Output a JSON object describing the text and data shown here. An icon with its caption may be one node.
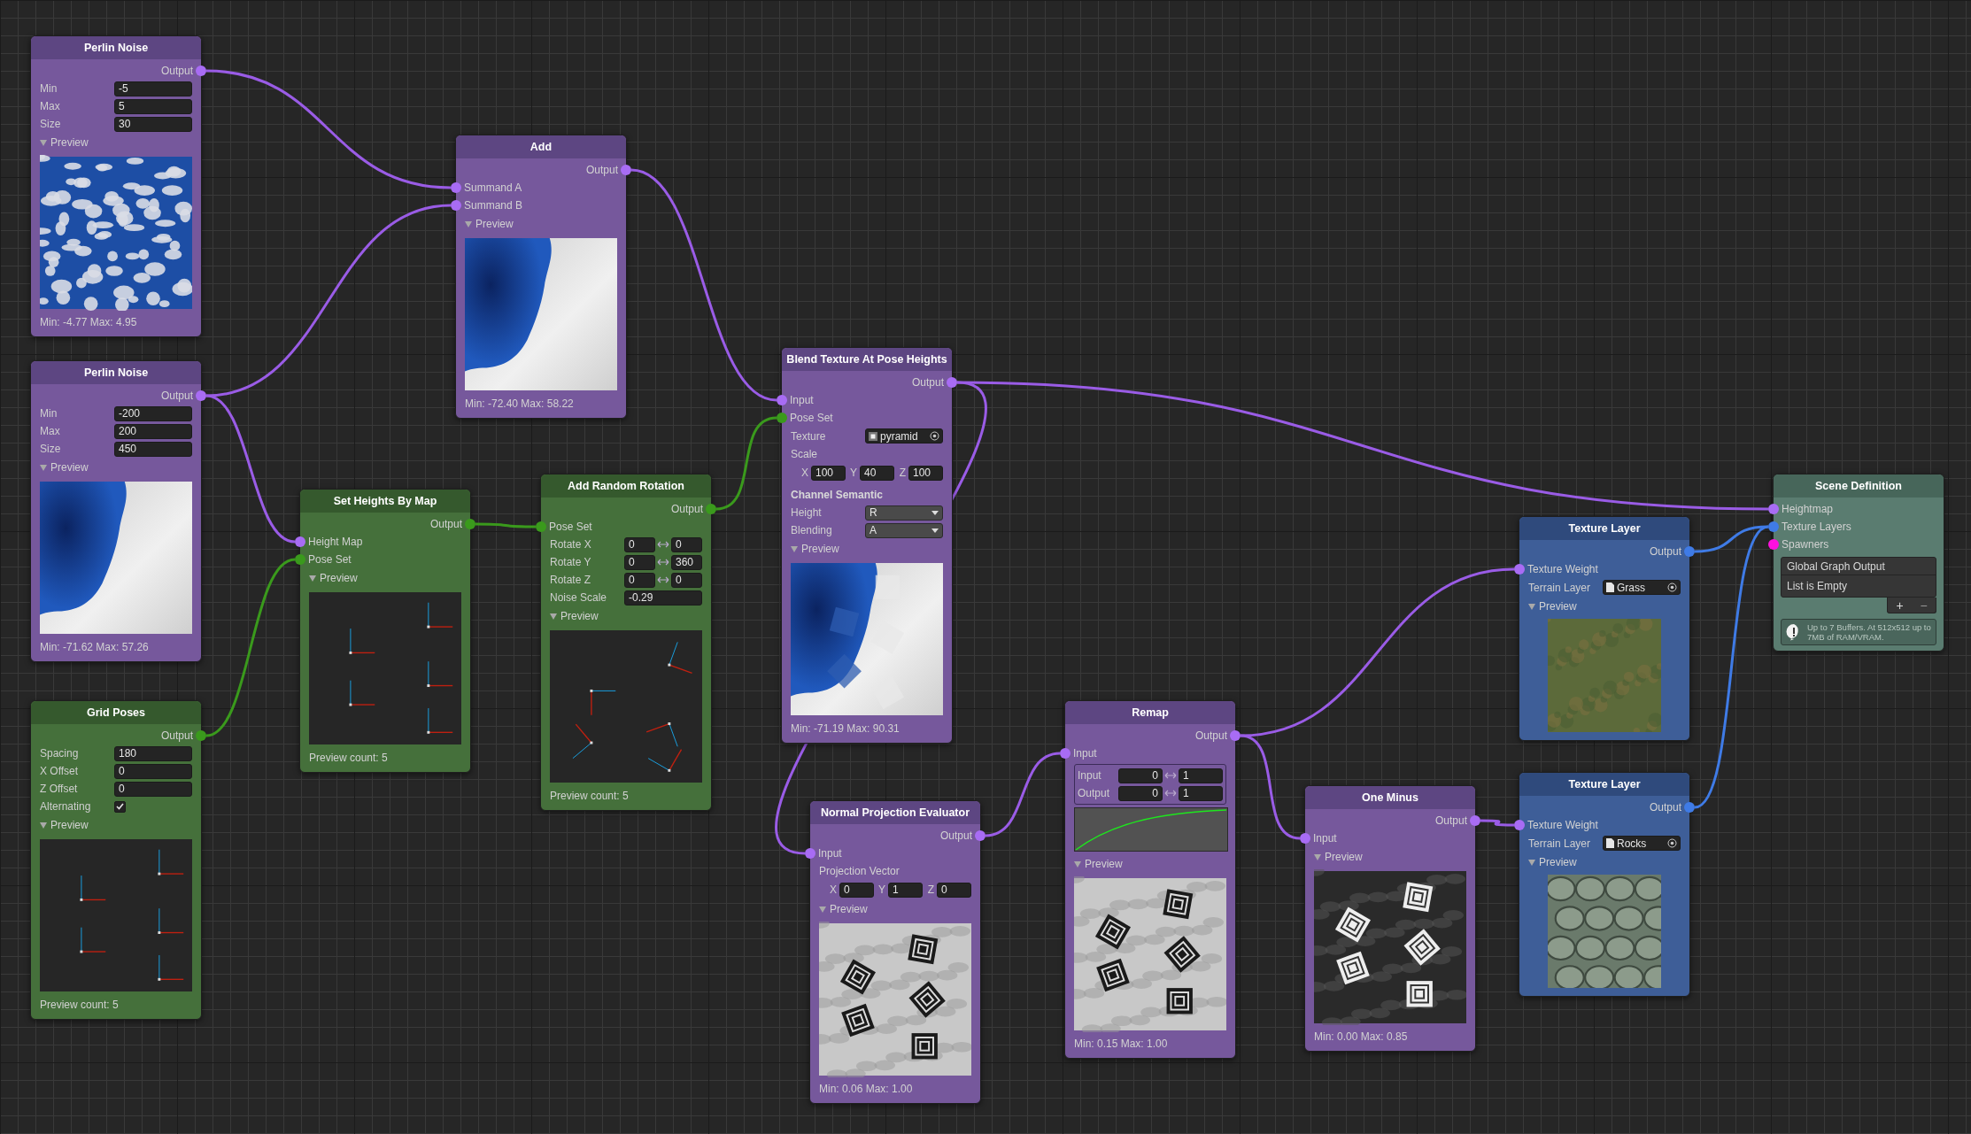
{
  "diagram": {
    "nodes": [
      {
        "text": [
          "Perlin Noise",
          "Preview",
          "Min: -4.77 Max: 4.95"
        ]
      },
      {
        "text": [
          "Output"
        ],
        "in": 0
      },
      {
        "text": [
          "-5"
        ],
        "in": 0
      },
      {
        "text": [
          "5"
        ],
        "in": 0
      },
      {
        "text": [
          "30"
        ],
        "in": 0
      },
      {
        "text": [
          "Add",
          "Preview",
          "Min: -72.40 Max: 58.22"
        ]
      },
      {
        "text": [
          "Output"
        ],
        "in": 5
      },
      {
        "text": [
          "Summand A"
        ],
        "in": 5
      },
      {
        "text": [
          "Summand B"
        ],
        "in": 5
      },
      {
        "text": [
          "Perlin Noise",
          "Preview",
          "Min: -71.62 Max: 57.26"
        ]
      },
      {
        "text": [
          "Output"
        ],
        "in": 9
      },
      {
        "text": [
          "-200"
        ],
        "in": 9
      },
      {
        "text": [
          "200"
        ],
        "in": 9
      },
      {
        "text": [
          "450"
        ],
        "in": 9
      },
      {
        "text": [
          "Set Heights By Map",
          "Preview",
          "Preview count: 5"
        ]
      },
      {
        "text": [
          "Output"
        ],
        "in": 14
      },
      {
        "text": [
          "Height Map"
        ],
        "in": 14
      },
      {
        "text": [
          "Pose Set"
        ],
        "in": 14
      },
      {
        "text": [
          "Add Random Rotation",
          "Preview",
          "Preview count: 5"
        ]
      },
      {
        "text": [
          "Output"
        ],
        "in": 18
      },
      {
        "text": [
          "Pose Set"
        ],
        "in": 18
      },
      {
        "text": [
          "0"
        ],
        "in": 18
      },
      {
        "text": [
          "0"
        ],
        "in": 18
      },
      {
        "text": [
          "0"
        ],
        "in": 18
      },
      {
        "text": [
          "360"
        ],
        "in": 18
      },
      {
        "text": [
          "0"
        ],
        "in": 18
      },
      {
        "text": [
          "0"
        ],
        "in": 18
      },
      {
        "text": [
          "-0.29"
        ],
        "in": 18
      },
      {
        "text": [
          "Grid Poses",
          "Preview",
          "Preview count: 5"
        ]
      },
      {
        "text": [
          "Output"
        ],
        "in": 28
      },
      {
        "text": [
          "180"
        ],
        "in": 28
      },
      {
        "text": [
          "0"
        ],
        "in": 28
      },
      {
        "text": [
          "0"
        ],
        "in": 28
      },
      {
        "text": [],
        "shape": "box",
        "beside": [
          "Alternating"
        ],
        "in": 28
      },
      {
        "text": [
          "Blend Texture At Pose Heights",
          "Scale",
          "Channel Semantic",
          "Preview",
          "Min: -71.19 Max: 90.31"
        ]
      },
      {
        "text": [
          "Output"
        ],
        "in": 34
      },
      {
        "text": [
          "Input"
        ],
        "in": 34
      },
      {
        "text": [
          "Pose Set"
        ],
        "in": 34
      },
      {
        "text": [
          "pyramid"
        ],
        "in": 34
      },
      {
        "text": [
          "100"
        ],
        "beside": [
          "X"
        ],
        "in": 34
      },
      {
        "text": [
          "40"
        ],
        "beside": [
          "Y"
        ],
        "in": 34
      },
      {
        "text": [
          "100"
        ],
        "beside": [
          "Z"
        ],
        "in": 34
      },
      {
        "text": [
          "R"
        ],
        "in": 34
      },
      {
        "text": [
          "A"
        ],
        "in": 34
      },
      {
        "text": [
          "Normal Projection Evaluator",
          "Projection Vector",
          "Preview",
          "Min: 0.06 Max: 1.00"
        ]
      },
      {
        "text": [
          "Output"
        ],
        "in": 44
      },
      {
        "text": [
          "Input"
        ],
        "in": 44
      },
      {
        "text": [
          "0"
        ],
        "beside": [
          "X"
        ],
        "in": 44
      },
      {
        "text": [
          "1"
        ],
        "beside": [
          "Y"
        ],
        "in": 44
      },
      {
        "text": [
          "0"
        ],
        "beside": [
          "Z"
        ],
        "in": 44
      },
      {
        "text": [
          "Remap",
          "Preview",
          "Min: 0.15 Max: 1.00"
        ]
      },
      {
        "text": [
          "Output"
        ],
        "in": 50
      },
      {
        "text": [
          "Input"
        ],
        "in": 50
      },
      {
        "text": [
          "0"
        ],
        "beside": [
          "Input"
        ],
        "in": 50
      },
      {
        "text": [
          "1"
        ],
        "in": 50
      },
      {
        "text": [
          "0"
        ],
        "beside": [
          "Output"
        ],
        "in": 50
      },
      {
        "text": [
          "1"
        ],
        "in": 50
      },
      {
        "text": [
          "One Minus",
          "Preview",
          "Min: 0.00 Max: 0.85"
        ]
      },
      {
        "text": [
          "Output"
        ],
        "in": 57
      },
      {
        "text": [
          "Input"
        ],
        "in": 57
      },
      {
        "text": [
          "Texture Layer",
          "Preview"
        ]
      },
      {
        "text": [
          "Output"
        ],
        "in": 60
      },
      {
        "text": [
          "Texture Weight"
        ],
        "in": 60
      },
      {
        "text": [
          "Grass"
        ],
        "in": 60
      },
      {
        "text": [
          "Texture Layer",
          "Preview"
        ]
      },
      {
        "text": [
          "Output"
        ],
        "in": 64
      },
      {
        "text": [
          "Texture Weight"
        ],
        "in": 64
      },
      {
        "text": [
          "Rocks"
        ],
        "in": 64
      },
      {
        "text": [
          "Scene Definition"
        ]
      },
      {
        "text": [
          "Heightmap"
        ],
        "in": 68
      },
      {
        "text": [
          "Texture Layers"
        ],
        "in": 68
      },
      {
        "text": [
          "Spawners"
        ],
        "in": 68
      },
      {
        "text": [
          "Global Graph Output",
          "List is Empty"
        ],
        "in": 68
      },
      {
        "text": [
          "+",
          "−"
        ],
        "in": 68
      },
      {
        "text": [
          "Up to 7 Buffers. At 512x512 up to 7MB of RAM/VRAM."
        ],
        "in": 68
      }
    ],
    "edges": [
      {
        "from": 1,
        "to": 7,
        "arrow": "none"
      },
      {
        "from": 10,
        "to": 8,
        "arrow": "none"
      },
      {
        "from": 10,
        "to": 16,
        "arrow": "none"
      },
      {
        "from": 29,
        "to": 17,
        "arrow": "none",
        "color": "#3a9a1c"
      },
      {
        "from": 15,
        "to": 20,
        "arrow": "none",
        "color": "#3a9a1c"
      },
      {
        "from": 19,
        "to": 37,
        "arrow": "none",
        "color": "#3a9a1c"
      },
      {
        "from": 6,
        "to": 36,
        "arrow": "none"
      },
      {
        "from": 35,
        "to": 69,
        "arrow": "none"
      },
      {
        "from": 35,
        "to": 46,
        "arrow": "none"
      },
      {
        "from": 45,
        "to": 52,
        "arrow": "none"
      },
      {
        "from": 51,
        "to": 62,
        "arrow": "none"
      },
      {
        "from": 51,
        "to": 59,
        "arrow": "none"
      },
      {
        "from": 58,
        "to": 66,
        "arrow": "none"
      },
      {
        "from": 61,
        "to": 70,
        "arrow": "none",
        "color": "#3f7be6"
      },
      {
        "from": 65,
        "to": 70,
        "arrow": "none",
        "color": "#3f7be6"
      }
    ],
    "labels": [
      "Min",
      "Max",
      "Size",
      "Min",
      "Max",
      "Size",
      "Rotate X",
      "Rotate Y",
      "Rotate Z",
      "Noise Scale",
      "Spacing",
      "X Offset",
      "Z Offset",
      "Texture",
      "Height",
      "Blending",
      "Terrain Layer",
      "Terrain Layer"
    ]
  }
}
